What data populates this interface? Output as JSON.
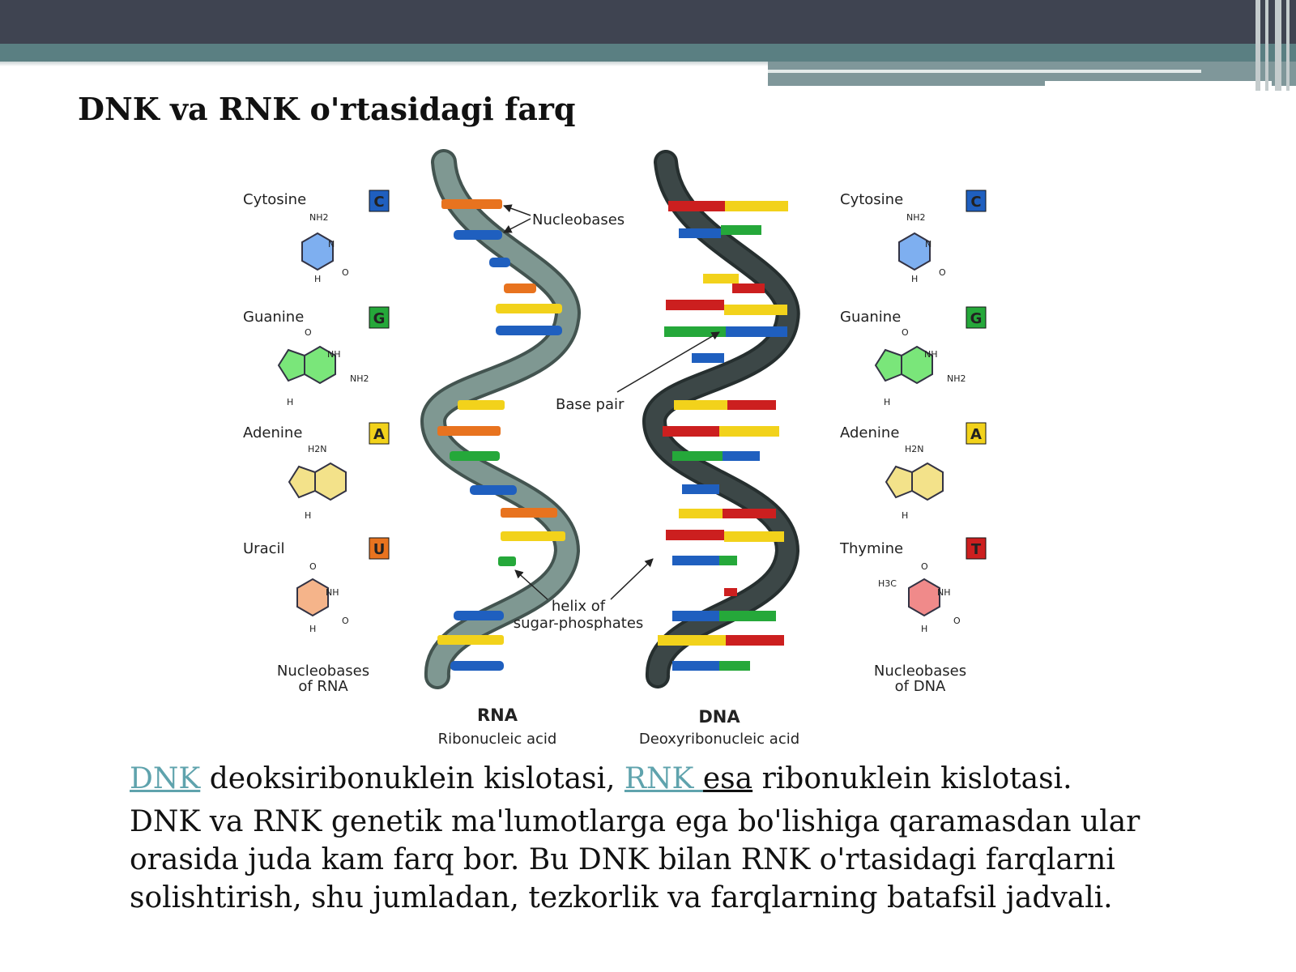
{
  "title": "DNK va RNK o'rtasidagi farq",
  "figure": {
    "rna_bases": [
      {
        "name": "Cytosine",
        "letter": "C",
        "color": "#1f5fbf"
      },
      {
        "name": "Guanine",
        "letter": "G",
        "color": "#25a83a"
      },
      {
        "name": "Adenine",
        "letter": "A",
        "color": "#f2d21b"
      },
      {
        "name": "Uracil",
        "letter": "U",
        "color": "#e8731f"
      }
    ],
    "dna_bases": [
      {
        "name": "Cytosine",
        "letter": "C",
        "color": "#1f5fbf"
      },
      {
        "name": "Guanine",
        "letter": "G",
        "color": "#25a83a"
      },
      {
        "name": "Adenine",
        "letter": "A",
        "color": "#f2d21b"
      },
      {
        "name": "Thymine",
        "letter": "T",
        "color": "#cc1f1f"
      }
    ],
    "atoms": {
      "nh2": "NH2",
      "h2n": "H2N",
      "n": "N",
      "nh": "NH",
      "h": "H",
      "o": "O",
      "h3c": "H3C"
    },
    "annotations": {
      "nucleobases": "Nucleobases",
      "base_pair": "Base pair",
      "helix_line1": "helix of",
      "helix_line2": "sugar-phosphates"
    },
    "caption_rna_1": "Nucleobases",
    "caption_rna_2": "of RNA",
    "caption_dna_1": "Nucleobases",
    "caption_dna_2": "of DNA",
    "rna_label": "RNA",
    "rna_full": "Ribonucleic acid",
    "dna_label": "DNA",
    "dna_full": "Deoxyribonucleic acid"
  },
  "paragraph1": {
    "dnk_link": "DNK",
    "text_a": " deoksiribonuklein kislotasi, ",
    "rnk_link": "RNK ",
    "esa": "esa",
    "text_b": " ribonuklein kislotasi."
  },
  "paragraph2": "DNK va RNK genetik ma'lumotlarga ega bo'lishiga qaramasdan ular orasida juda kam farq bor. Bu DNK bilan RNK o'rtasidagi farqlarni solishtirish, shu jumladan, tezkorlik va farqlarning batafsil jadvali."
}
